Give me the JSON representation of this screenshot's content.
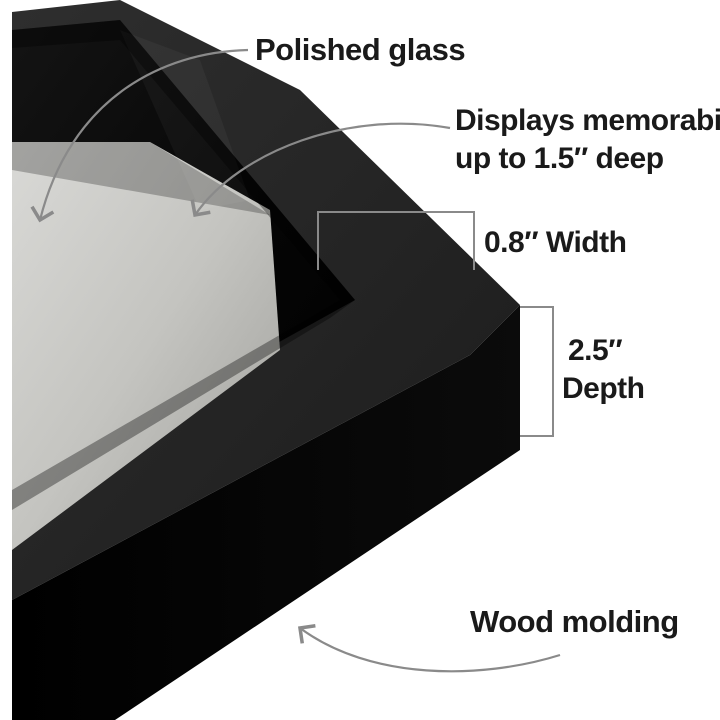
{
  "labels": {
    "glass": "Polished glass",
    "depth_capacity_line1": "Displays memorabilia",
    "depth_capacity_line2": "up to 1.5″ deep",
    "width": "0.8″ Width",
    "depth_value": "2.5″",
    "depth_word": "Depth",
    "molding": "Wood molding"
  },
  "colors": {
    "frame_face": "#2b2b2b",
    "frame_side": "#050505",
    "frame_inner_lip": "#111111",
    "glass_tint": "#0a0a0a",
    "backing": "#c9c9c6",
    "callout_line": "#8a8a8a",
    "text": "#1a1a1a"
  }
}
